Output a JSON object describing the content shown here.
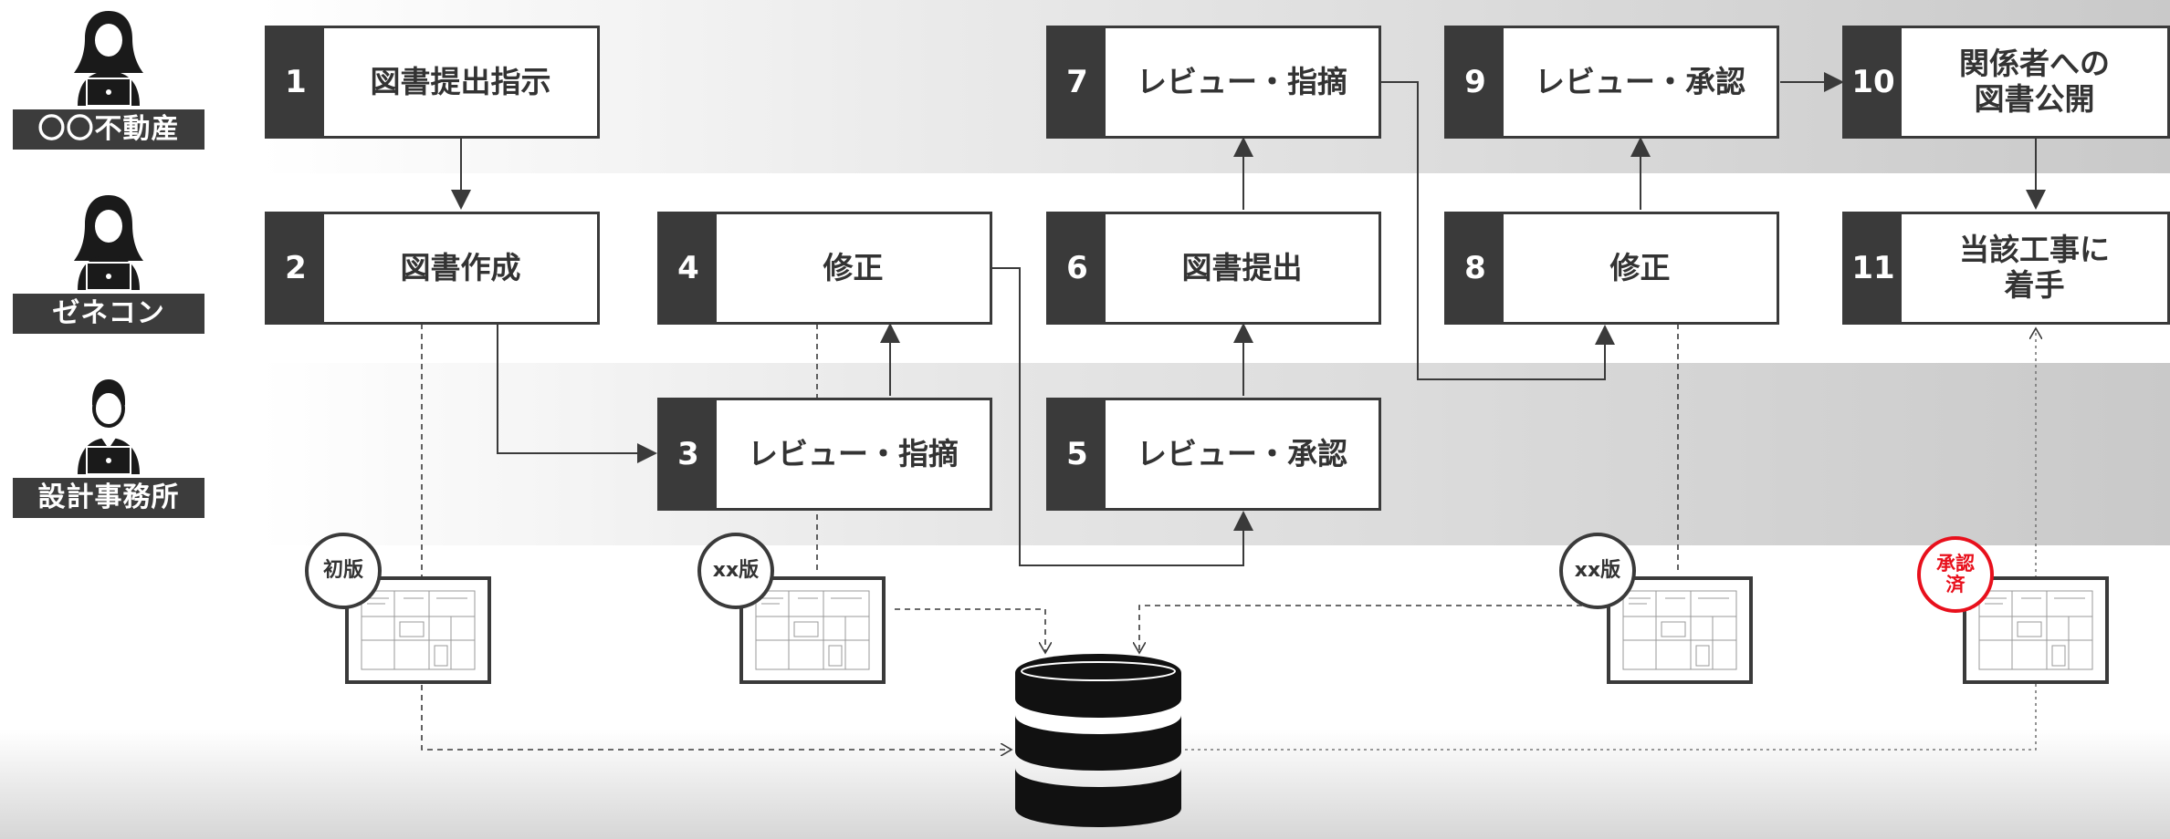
{
  "actors": [
    {
      "id": "owner",
      "label": "〇〇不動産",
      "icon": "female-laptop-user-icon"
    },
    {
      "id": "contractor",
      "label": "ゼネコン",
      "icon": "female-laptop-user-icon"
    },
    {
      "id": "designer",
      "label": "設計事務所",
      "icon": "male-laptop-user-icon"
    }
  ],
  "steps": [
    {
      "num": "1",
      "label": "図書提出指示"
    },
    {
      "num": "2",
      "label": "図書作成"
    },
    {
      "num": "3",
      "label": "レビュー・指摘"
    },
    {
      "num": "4",
      "label": "修正"
    },
    {
      "num": "5",
      "label": "レビュー・承認"
    },
    {
      "num": "6",
      "label": "図書提出"
    },
    {
      "num": "7",
      "label": "レビュー・指摘"
    },
    {
      "num": "8",
      "label": "修正"
    },
    {
      "num": "9",
      "label": "レビュー・承認"
    },
    {
      "num": "10",
      "label": "関係者への\n図書公開"
    },
    {
      "num": "11",
      "label": "当該工事に\n着手"
    }
  ],
  "badges": {
    "first": "初版",
    "xx_a": "xx版",
    "xx_b": "xx版",
    "approved": "承認\n済"
  },
  "colors": {
    "dark": "#3a3a3a",
    "approved_red": "#e8101c",
    "band_gray": "#c9c9c9"
  },
  "icons": {
    "document": "floor-plan-drawing-icon",
    "storage": "database-icon"
  }
}
